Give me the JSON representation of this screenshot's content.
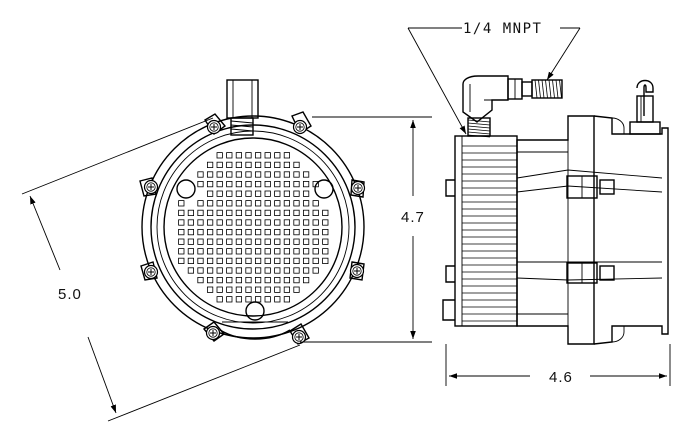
{
  "drawing": {
    "thread_callout": "1/4 MNPT",
    "dimensions": {
      "diagonal": "5.0",
      "height": "4.7",
      "width": "4.6"
    }
  }
}
